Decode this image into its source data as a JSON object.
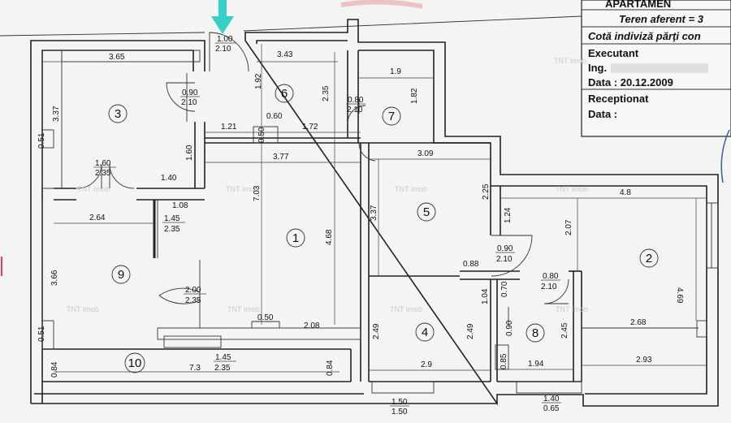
{
  "title_block": {
    "line1": "APARTAMEN",
    "line2": "Teren aferent = 3",
    "line3": "Cotă indiviză părţi con",
    "line4": "Executant",
    "line5": "Ing.",
    "line6": "Data : 20.12.2009",
    "line7": "Receptionat",
    "line8": "Data :"
  },
  "watermark": "TNT Imob",
  "accent_color": "#34d0c6",
  "rooms": [
    "1",
    "2",
    "3",
    "4",
    "5",
    "6",
    "7",
    "8",
    "9",
    "10"
  ],
  "dims": {
    "d100": "1.00",
    "d210a": "2.10",
    "d365": "3.65",
    "d343": "3.43",
    "d337a": "3.37",
    "d051a": "0.51",
    "d090a": "0.90",
    "d210b": "2.10",
    "d192": "1.92",
    "d235a": "2.35",
    "d080a": "0.80",
    "d210c": "2.10",
    "d19": "1.9",
    "d182": "1.82",
    "d121": "1.21",
    "d050a": "0.50",
    "d060": "0.60",
    "d172": "1.72",
    "d160a": "1.60",
    "d377": "3.77",
    "d309": "3.09",
    "d160b": "1.60",
    "d235b": "2.35",
    "d140": "1.40",
    "d225": "2.25",
    "d48": "4.8",
    "d108": "1.08",
    "d264": "2.64",
    "d145a": "1.45",
    "d235c": "2.35",
    "d703": "7.03",
    "d468": "4.68",
    "d337b": "3.37",
    "d124": "1.24",
    "d207": "2.07",
    "d366": "3.66",
    "d090b": "0.90",
    "d210d": "2.10",
    "d088": "0.88",
    "d080b": "0.80",
    "d210e": "2.10",
    "d469": "4.69",
    "d200": "2.00",
    "d235d": "2.35",
    "d070": "0.70",
    "d104": "1.04",
    "d050b": "0.50",
    "d208": "2.08",
    "d249a": "2.49",
    "d249b": "2.49",
    "d090c": "0.90",
    "d245": "2.45",
    "d268": "2.68",
    "d051b": "0.51",
    "d084a": "0.84",
    "d73": "7.3",
    "d145b": "1.45",
    "d235e": "2.35",
    "d084b": "0.84",
    "d29": "2.9",
    "d085": "0.85",
    "d194": "1.94",
    "d293": "2.93",
    "d150a": "1.50",
    "d150b": "1.50",
    "d140b": "1.40",
    "d065": "0.65"
  }
}
